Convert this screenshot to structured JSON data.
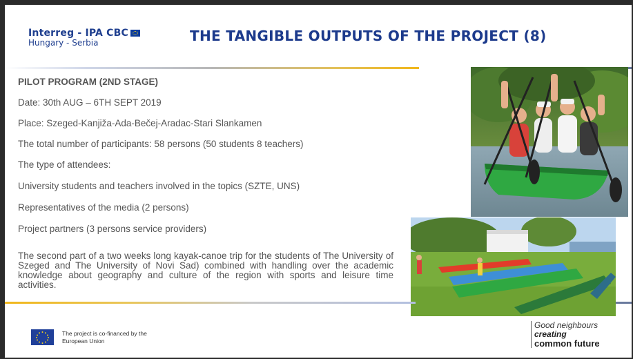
{
  "header": {
    "logo_line1": "Interreg - IPA CBC",
    "logo_line2": "Hungary - Serbia",
    "title": "THE TANGIBLE OUTPUTS OF THE PROJECT (8)"
  },
  "main": {
    "heading": "PILOT PROGRAM (2ND STAGE)",
    "lines": [
      "Date: 30th AUG – 6TH SEPT 2019",
      "Place: Szeged-Kanjiža-Ada-Bečej-Aradac-Stari Slankamen",
      "The total number of participants: 58 persons (50 students 8 teachers)",
      "The type of attendees:",
      "University students and teachers involved in the topics (SZTE, UNS)",
      "Representatives of the media (2 persons)",
      "Project partners (3 persons service providers)"
    ],
    "paragraph": "The second part of a two weeks long kayak-canoe trip for the students of The University of Szeged and The University of Novi Sad) combined with handling over the academic knowledge about geography and culture of the region with sports and leisure time activities."
  },
  "footer": {
    "eu_line1": "The project is co-financed by the",
    "eu_line2": "European Union",
    "slogan1": "Good neighbours",
    "slogan2": "creating",
    "slogan3": "common future"
  },
  "colors": {
    "title": "#1c3a8c",
    "accent_gold": "#f1b71b",
    "text": "#555555"
  }
}
